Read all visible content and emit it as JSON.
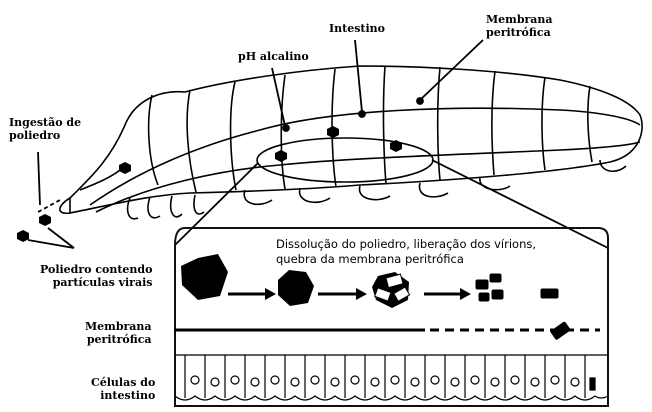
{
  "labels": {
    "intestino": "Intestino",
    "membrana_top": [
      "Membrana",
      "peritrófica"
    ],
    "ph": "pH alcalino",
    "ingestao": [
      "Ingestão de",
      "poliedro"
    ],
    "poliedro": [
      "Poliedro contendo",
      "partículas virais"
    ],
    "membrana_left": [
      "Membrana",
      "peritrófica"
    ],
    "celulas": [
      "Células do",
      "intestino"
    ],
    "dissolucao": [
      "Dissolução do poliedro, liberação dos vírions,",
      "quebra da membrana peritrófica"
    ]
  },
  "colors": {
    "ink": "#000000",
    "background": "#ffffff",
    "panel_border": "#111111"
  },
  "icons": [
    "caterpillar-illustration",
    "polyhedron-icon",
    "arrow-icon",
    "virion-icon"
  ]
}
